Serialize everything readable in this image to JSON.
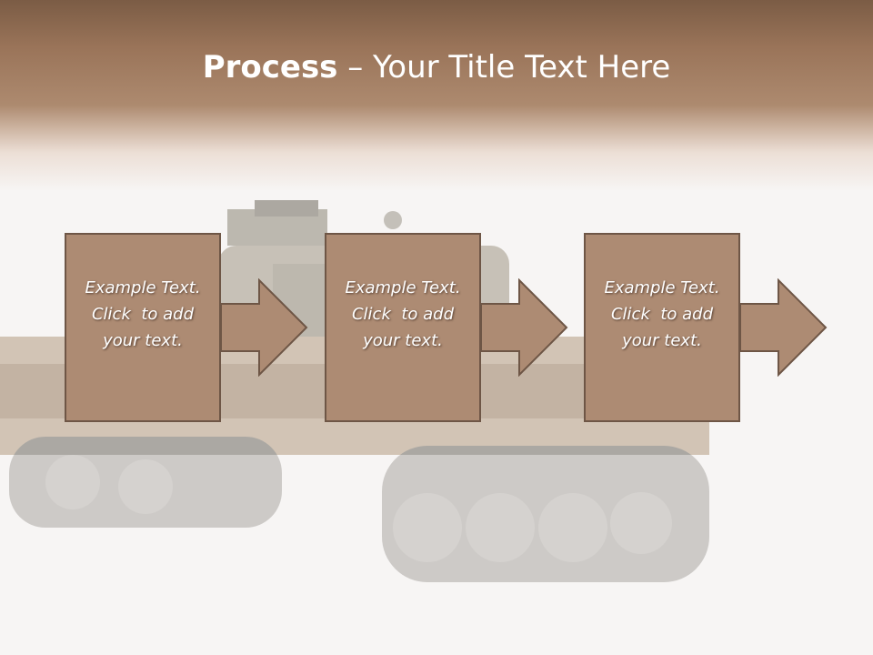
{
  "slide": {
    "title_bold": "Process",
    "title_rest": " – Your Title Text Here"
  },
  "steps": [
    {
      "line1": "Example Text.",
      "line2": "Click  to add",
      "line3": "your text."
    },
    {
      "line1": "Example Text.",
      "line2": "Click  to add",
      "line3": "your text."
    },
    {
      "line1": "Example Text.",
      "line2": "Click  to add",
      "line3": "your text."
    }
  ],
  "colors": {
    "header": "#7b5c45",
    "box_fill": "#ad8b73",
    "box_border": "#6e5646",
    "background": "#f7f5f4"
  }
}
